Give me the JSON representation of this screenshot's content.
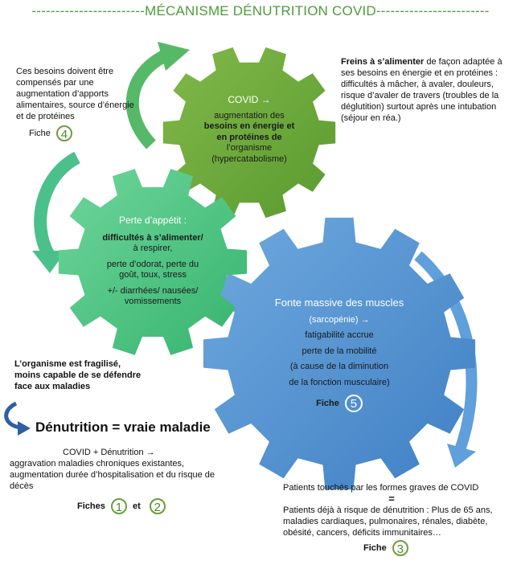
{
  "title": "------------------------MÉCANISME DÉNUTRITION COVID------------------------",
  "colors": {
    "green_dark": "#6aa535",
    "green_mid": "#3fbf7a",
    "blue": "#5b9bd5",
    "accent_number": "#6a9f3c"
  },
  "top_left_note": {
    "text": "Ces besoins doivent être compensés par une augmentation d’apports alimentaires, source d’énergie et de protéines",
    "fiche_label": "Fiche",
    "fiche_number": "4"
  },
  "gear_covid": {
    "heading": "COVID →",
    "line1": "augmentation des",
    "line2": "besoins en énergie et",
    "line3": "en protéines de",
    "line4": "l’organisme",
    "line5": "(hypercatabolisme)"
  },
  "right_note": {
    "bold": "Freins à s’alimenter",
    "rest": " de façon adaptée à ses besoins en énergie et en protéines :",
    "detail": "difficultés à mâcher, à avaler, douleurs, risque d’avaler de travers (troubles de la déglutition) surtout après une intubation (séjour en réa.)"
  },
  "gear_appetit": {
    "heading": "Perte d’appétit :",
    "line1": "difficultés à s’alimenter/",
    "line2": "à respirer,",
    "line3": "perte d’odorat, perte du",
    "line4": "goût, toux, stress",
    "line5": "+/- diarrhées/ nausées/",
    "line6": "vomissements"
  },
  "gear_muscles": {
    "heading": "Fonte massive des muscles",
    "line1": "(sarcopénie) →",
    "line2": "fatigabilité accrue",
    "line3": "perte de la mobilité",
    "line4": "(à cause de la diminution",
    "line5": "de la fonction musculaire)",
    "fiche_label": "Fiche",
    "fiche_number": "5"
  },
  "fragile_note": {
    "text": "L’organisme est fragilisé, moins capable de se défendre face aux maladies"
  },
  "main_statement": "Dénutrition = vraie maladie",
  "consequence": {
    "line1": "COVID + Dénutrition →",
    "text": "aggravation maladies chroniques existantes, augmentation durée d’hospitalisation et du risque de décès",
    "fiche_label": "Fiches",
    "fiche_number_a": "1",
    "connector": "et",
    "fiche_number_b": "2"
  },
  "patients": {
    "line1": "Patients touchés par les formes graves de COVID",
    "equals": "=",
    "text": "Patients déjà à risque de dénutrition : Plus de 65 ans, maladies cardiaques, pulmonaires, rénales, diabète, obésité, cancers, déficits immunitaires…",
    "fiche_label": "Fiche",
    "fiche_number": "3"
  }
}
